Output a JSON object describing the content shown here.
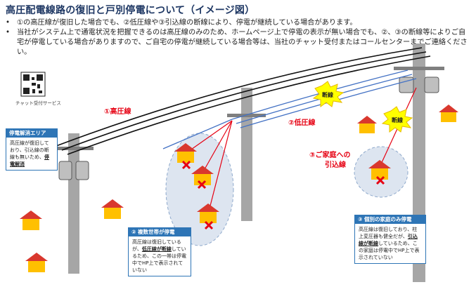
{
  "title": "高圧配電線路の復旧と戸別停電について（イメージ図）",
  "bullets": [
    "①の高圧線が復旧した場合でも、②低圧線や③引込線の断線により、停電が継続している場合があります。",
    "当社がシステム上で通電状況を把握できるのは高圧線のみのため、ホームページ上で停電の表示が無い場合でも、②、③の断線等によりご自宅が停電している場合がありますので、ご自宅の停電が継続している場合等は、当社のチャット受付またはコールセンターまでご連絡ください。"
  ],
  "qr_label": "チャット受付サービス",
  "labels": {
    "high_voltage": "①高圧線",
    "low_voltage": "②低圧線",
    "service_line_1": "③ご家庭への",
    "service_line_2": "引込線",
    "burst_1": "断線",
    "burst_2": "断線"
  },
  "box_left": {
    "head": "停電解消エリア",
    "line1": "高圧線が復旧してお",
    "line2": "り、引込線の断線も無いため、",
    "bold": "停電解消"
  },
  "box_middle": {
    "head": "② 複数世帯が停電",
    "line1": "高圧線は復旧しているが、",
    "bold": "低圧線が断線",
    "line2": "しているため、この一帯は停電中で",
    "line3": "HP上で表示されていない"
  },
  "box_right": {
    "head": "③ 個別の家庭のみ停電",
    "line1": "高圧線は復旧しており、柱上変圧器も健全だが、",
    "bold": "引込線が断線",
    "line2": "しているため、この家庭は停電中でHP上で表示されていない"
  },
  "colors": {
    "title": "#1f3864",
    "accent_red": "#e60012",
    "box_blue": "#2e75b6",
    "pole": "#a6a6a6",
    "house_roof": "#d9382e",
    "house_wall": "#ffc000",
    "burst_yellow": "#ffff00",
    "ellipse_fill": "#dde5f0"
  }
}
